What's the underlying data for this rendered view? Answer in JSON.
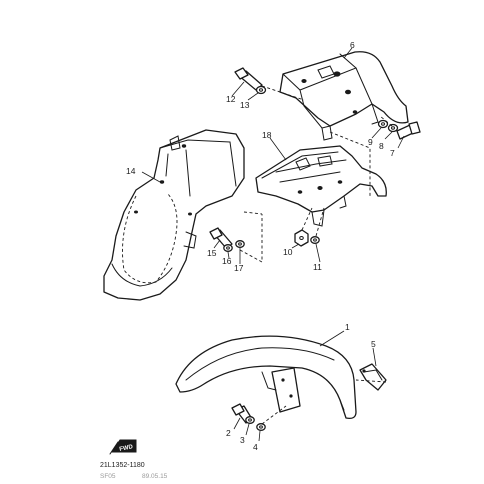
{
  "callouts": [
    {
      "id": "1",
      "text": "1"
    },
    {
      "id": "2",
      "text": "2"
    },
    {
      "id": "3",
      "text": "3"
    },
    {
      "id": "4",
      "text": "4"
    },
    {
      "id": "5",
      "text": "5"
    },
    {
      "id": "6",
      "text": "6"
    },
    {
      "id": "7",
      "text": "7"
    },
    {
      "id": "8",
      "text": "8"
    },
    {
      "id": "9",
      "text": "9"
    },
    {
      "id": "10",
      "text": "10"
    },
    {
      "id": "11",
      "text": "11"
    },
    {
      "id": "12",
      "text": "12"
    },
    {
      "id": "13",
      "text": "13"
    },
    {
      "id": "14",
      "text": "14"
    },
    {
      "id": "15",
      "text": "15"
    },
    {
      "id": "16",
      "text": "16"
    },
    {
      "id": "17",
      "text": "17"
    },
    {
      "id": "18",
      "text": "18"
    }
  ],
  "figure_code": "21L1352-1180",
  "direction_marker": "FWD",
  "colors": {
    "line": "#1a1a1a",
    "background": "#ffffff",
    "faint_text": "#9a9a9a"
  }
}
